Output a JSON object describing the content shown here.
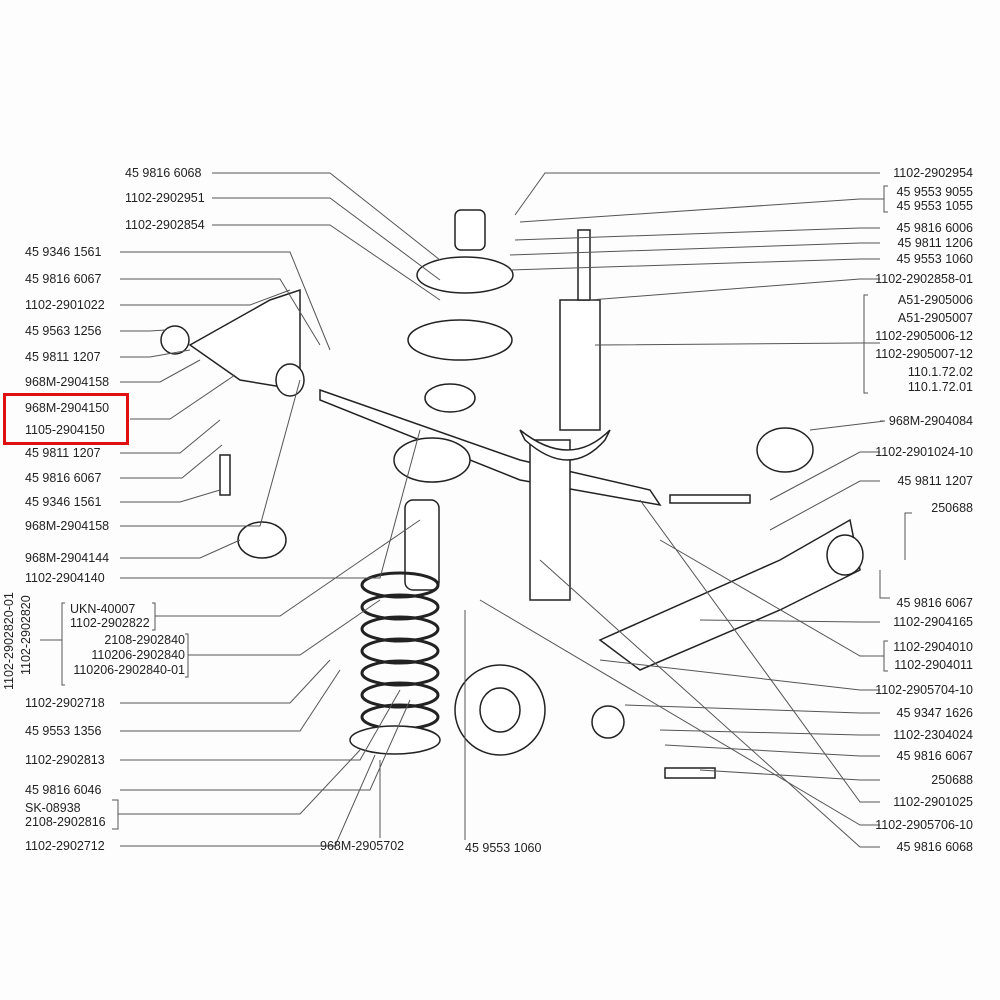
{
  "title": "Front suspension parts diagram",
  "highlight_color": "#e01010",
  "left_labels": [
    "45 9346 1561",
    "45 9816 6067",
    "1102-2901022",
    "45 9563 1256",
    "45 9811 1207",
    "968M-2904158",
    "45 9811 1207",
    "45 9816 6067",
    "45 9346 1561",
    "968M-2904158",
    "968M-2904144",
    "1102-2904140",
    "1102-2902718",
    "45 9553 1356",
    "1102-2902813",
    "45 9816 6046",
    "1102-2902712"
  ],
  "highlighted_labels": [
    "968M-2904150",
    "1105-2904150"
  ],
  "top_labels": [
    "45 9816 6068",
    "1102-2902951",
    "1102-2902854"
  ],
  "spring_group": {
    "vertical": [
      "1102-2902820-01",
      "1102-2902820"
    ],
    "bump_stop": [
      "UKN-40007",
      "1102-2902822"
    ],
    "spring": [
      "2108-2902840",
      "110206-2902840",
      "110206-2902840-01"
    ]
  },
  "insulator_group": [
    "SK-08938",
    "2108-2902816"
  ],
  "bottom_labels": [
    "968M-2905702",
    "45 9553 1060"
  ],
  "right_labels": [
    "1102-2902954",
    "45 9553 9055",
    "45 9553 1055",
    "45 9816 6006",
    "45 9811 1206",
    "45 9553 1060",
    "1102-2902858-01",
    "A51-2905006",
    "A51-2905007",
    "1102-2905006-12",
    "1102-2905007-12",
    "110.1.72.02",
    "110.1.72.01",
    "968M-2904084",
    "1102-2901024-10",
    "45 9811 1207",
    "250688",
    "45 9816 6067",
    "1102-2904165",
    "1102-2904010",
    "1102-2904011",
    "1102-2905704-10",
    "45 9347 1626",
    "1102-2304024",
    "45 9816 6067",
    "250688",
    "1102-2901025",
    "1102-2905706-10",
    "45 9816 6068"
  ]
}
